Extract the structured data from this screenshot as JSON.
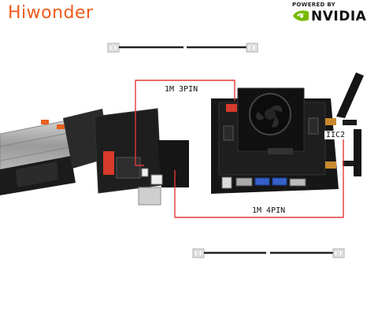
{
  "brand": {
    "name": "Hiwonder",
    "color": "#f05a1a"
  },
  "partner": {
    "tagline": "POWERED BY",
    "name": "NVIDIA",
    "color": "#76b900"
  },
  "connections": {
    "cable_3pin": "1M 3PIN",
    "cable_4pin": "1M 4PIN",
    "port_i2c": "IIC2",
    "line_color": "#e03a3a"
  },
  "icons": [
    "nvidia-eye-icon",
    "cable-icon",
    "fan-icon",
    "antenna-icon"
  ]
}
